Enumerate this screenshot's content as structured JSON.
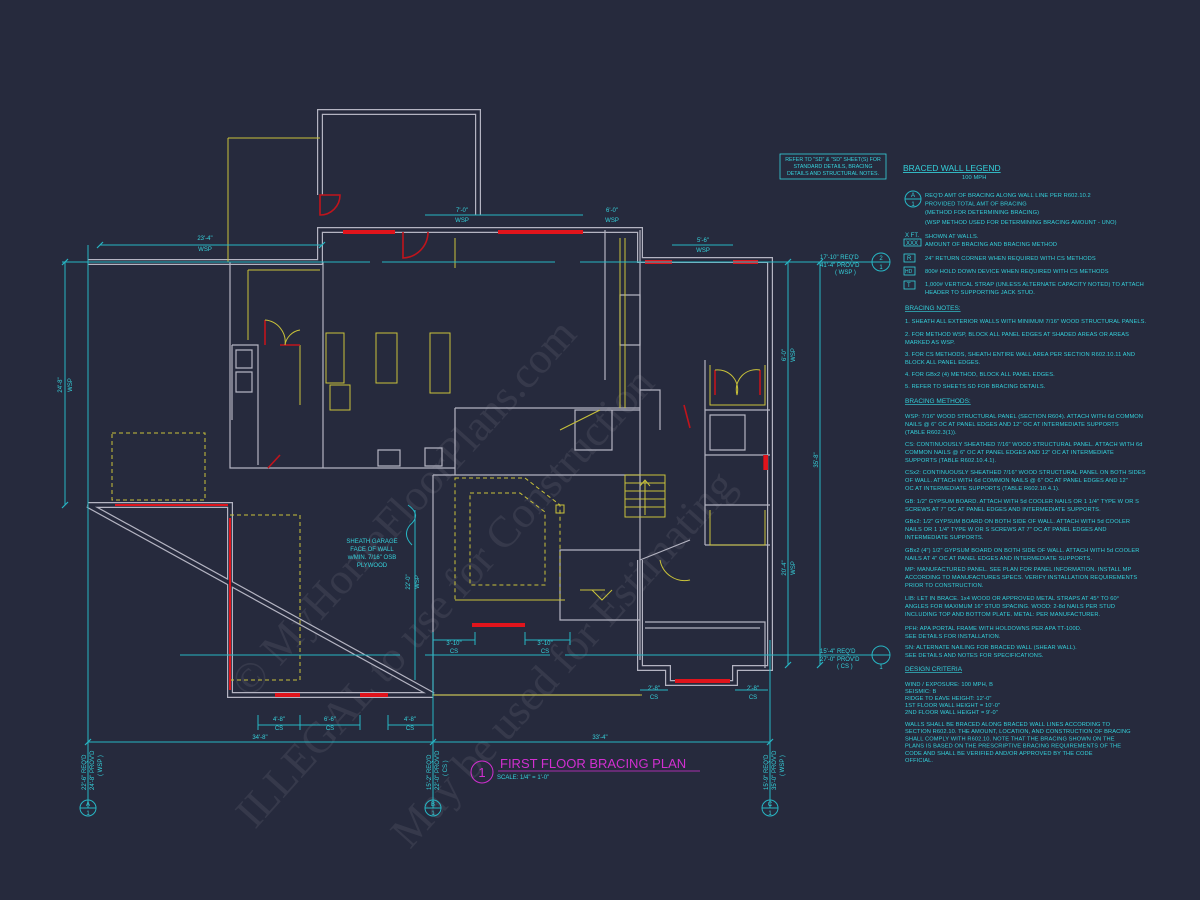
{
  "title": {
    "number": "1",
    "text": "FIRST FLOOR BRACING PLAN",
    "scale": "SCALE: 1/4\" = 1'-0\""
  },
  "colors": {
    "background": "#262a3d",
    "walls": "#b4b4c2",
    "bracing": "#e0141c",
    "dimensions": "#36d2dc",
    "fixtures": "#c9c23a",
    "title": "#d12fd0"
  },
  "watermark": [
    "© MyHomeFloorPlans.com",
    "ILLEGAL to use for Construction",
    "May be used for Estimating"
  ],
  "refer_box": [
    "REFER TO \"SD\" & \"SD\" SHEET(S) FOR",
    "STANDARD DETAILS, BRACING",
    "DETAILS AND STRUCTURAL NOTES."
  ],
  "garage_note": [
    "SHEATH GARAGE",
    "FACE OF WALL",
    "w/MIN. 7/16\" OSB",
    "PLYWOOD"
  ],
  "dims": {
    "top_left": "23'-4\"",
    "top_left_m": "WSP",
    "left_v": "24'-8\"",
    "left_v_m": "WSP",
    "top_a": "7'-0\"",
    "top_a_m": "WSP",
    "top_b": "6'-0\"",
    "top_b_m": "WSP",
    "top_c": "5'-6\"",
    "top_c_m": "WSP",
    "right_a": "6'-0\"",
    "right_a_m": "WSP",
    "right_total": "35'-8\"",
    "right_b": "20'-4\"",
    "right_b_m": "WSP",
    "garage_v": "22'-0\"",
    "garage_v_m": "WSP",
    "bot_a": "4'-8\"",
    "bot_a_m": "CS",
    "bot_b": "6'-6\"",
    "bot_b_m": "CS",
    "bot_c": "4'-8\"",
    "bot_c_m": "CS",
    "bot_d": "3'-10\"",
    "bot_d_m": "CS",
    "bot_e": "3'-10\"",
    "bot_e_m": "CS",
    "bot_f": "2'-8\"",
    "bot_f_m": "CS",
    "bot_g": "2'-8\"",
    "bot_g_m": "CS",
    "overall_left": "34'-8\"",
    "overall_right": "33'-4\""
  },
  "wall_lines": {
    "line2": {
      "top": "2",
      "bottom": "1",
      "reqd": "17'-10\" REQ'D",
      "provd": "41'-4\" PROV'D",
      "method": "( WSP )"
    },
    "line1": {
      "top": "",
      "bottom": "1",
      "reqd": "15'-4\" REQ'D",
      "provd": "27'-0\" PROV'D",
      "method": "( CS )"
    },
    "A": {
      "top": "A",
      "bottom": "1",
      "reqd": "22'-6\" REQ'D",
      "provd": "24'-8\" PROV'D",
      "method": "( WSP )"
    },
    "B": {
      "top": "B",
      "bottom": "1",
      "reqd": "15'-2\" REQ'D",
      "provd": "22'-0\" PROV'D",
      "method": "( CS )"
    },
    "C": {
      "top": "C",
      "bottom": "1",
      "reqd": "15'-9\" REQ'D",
      "provd": "35'-0\" PROV'D",
      "method": "( WSP )"
    }
  },
  "legend": {
    "symbols": {
      "circle_top": "A",
      "circle_bottom": "1",
      "xft": "X FT.",
      "xxx": "XXX",
      "r": "R",
      "hd": "HD",
      "t": "T"
    },
    "blocks": [
      [
        "BRACED WALL LEGEND"
      ],
      [
        "100 MPH"
      ],
      [
        "REQ'D AMT OF BRACING ALONG WALL LINE PER R602.10.2",
        "PROVIDED TOTAL AMT OF BRACING",
        "(METHOD FOR DETERMINING BRACING)"
      ],
      [
        "(WSP METHOD USED FOR DETERMINING BRACING AMOUNT - UNO)"
      ],
      [
        "SHOWN AT WALLS.",
        "AMOUNT OF BRACING AND BRACING METHOD"
      ],
      [
        "24\" RETURN CORNER WHEN REQUIRED WITH CS METHODS"
      ],
      [
        "800# HOLD DOWN DEVICE WHEN REQUIRED WITH CS METHODS"
      ],
      [
        "1,000# VERTICAL STRAP (UNLESS ALTERNATE CAPACITY NOTED) TO ATTACH",
        "HEADER TO SUPPORTING JACK STUD."
      ],
      [
        "BRACING NOTES:"
      ],
      [
        "1. SHEATH ALL EXTERIOR WALLS WITH MINIMUM 7/16\" WOOD STRUCTURAL PANELS."
      ],
      [
        "2. FOR METHOD WSP, BLOCK ALL PANEL EDGES AT SHADED AREAS OR AREAS",
        "MARKED AS WSP."
      ],
      [
        "3. FOR CS METHODS, SHEATH ENTIRE WALL AREA PER SECTION R602.10.11 AND",
        "BLOCK ALL PANEL EDGES."
      ],
      [
        "4. FOR GBx2 (4) METHOD, BLOCK ALL PANEL EDGES."
      ],
      [
        "5. REFER TO SHEETS SD FOR BRACING DETAILS."
      ],
      [
        "BRACING METHODS:"
      ],
      [
        "WSP: 7/16\" WOOD STRUCTURAL PANEL (SECTION R604). ATTACH WITH 6d COMMON",
        "NAILS @ 6\" OC AT PANEL EDGES AND 12\" OC AT INTERMEDIATE SUPPORTS",
        "(TABLE R602.3(1))."
      ],
      [
        "CS: CONTINUOUSLY SHEATHED 7/16\" WOOD STRUCTURAL PANEL. ATTACH WITH 6d",
        "COMMON NAILS @ 6\" OC AT PANEL EDGES AND 12\" OC AT INTERMEDIATE",
        "SUPPORTS (TABLE R602.10.4.1)."
      ],
      [
        "CSx2: CONTINUOUSLY SHEATHED 7/16\" WOOD STRUCTURAL PANEL ON BOTH SIDES",
        "OF WALL. ATTACH WITH 6d COMMON NAILS @ 6\" OC AT PANEL EDGES AND 12\"",
        "OC AT INTERMEDIATE SUPPORTS (TABLE R602.10.4.1)."
      ],
      [
        "GB: 1/2\" GYPSUM BOARD. ATTACH WITH 5d COOLER NAILS OR 1 1/4\" TYPE W OR S",
        "SCREWS AT 7\" OC AT PANEL EDGES AND INTERMEDIATE SUPPORTS."
      ],
      [
        "GBx2: 1/2\" GYPSUM BOARD ON BOTH SIDE OF WALL. ATTACH WITH 5d COOLER",
        "NAILS OR 1 1/4\" TYPE W OR S SCREWS AT 7\" OC AT PANEL EDGES AND",
        "INTERMEDIATE SUPPORTS."
      ],
      [
        "GBx2 (4\") 1/2\" GYPSUM BOARD ON BOTH SIDE OF WALL. ATTACH WITH 5d COOLER",
        "NAILS AT 4\" OC AT PANEL EDGES AND INTERMEDIATE SUPPORTS."
      ],
      [
        "MP: MANUFACTURED PANEL. SEE PLAN FOR PANEL INFORMATION. INSTALL MP",
        "ACCORDING TO MANUFACTURES SPECS. VERIFY INSTALLATION REQUIREMENTS",
        "PRIOR TO CONSTRUCTION."
      ],
      [
        "LIB: LET IN BRACE. 1x4 WOOD OR APPROVED METAL STRAPS AT 45° TO 60°",
        "ANGLES FOR MAXIMUM 16\" STUD SPACING. WOOD: 2-8d NAILS PER STUD",
        "INCLUDING TOP AND BOTTOM PLATE. METAL: PER MANUFACTURER."
      ],
      [
        "PFH: APA PORTAL FRAME WITH HOLDOWNS PER APA TT-100D.",
        "SEE DETAILS FOR INSTALLATION."
      ],
      [
        "SN: ALTERNATE NAILING FOR BRACED WALL (SHEAR WALL).",
        "SEE DETAILS AND NOTES FOR SPECIFICATIONS."
      ],
      [
        "DESIGN CRITERIA"
      ],
      [
        "WIND / EXPOSURE:  100 MPH, B",
        "SEISMIC:  B",
        "RIDGE TO EAVE HEIGHT: 12'-0\"",
        "1ST FLOOR WALL HEIGHT = 10'-0\"",
        "2ND FLOOR WALL HEIGHT = 9'-0\""
      ],
      [
        "WALLS SHALL BE BRACED ALONG BRACED WALL LINES ACCORDING TO",
        "SECTION R602.10. THE AMOUNT, LOCATION, AND CONSTRUCTION OF BRACING",
        "SHALL COMPLY WITH R602.10. NOTE THAT THE BRACING SHOWN ON THE",
        "PLANS IS BASED ON THE PRESCRIPTIVE BRACING REQUIREMENTS OF THE",
        "CODE AND SHALL BE VERIFIED AND/OR APPROVED BY THE CODE",
        "OFFICIAL."
      ]
    ]
  }
}
